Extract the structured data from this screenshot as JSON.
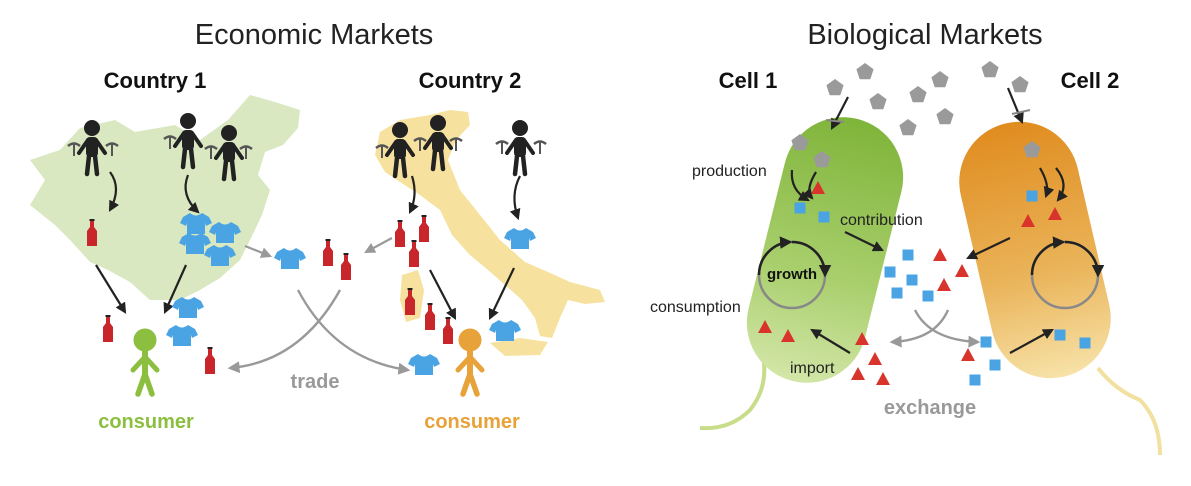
{
  "economic": {
    "title": "Economic Markets",
    "country1": "Country 1",
    "country2": "Country 2",
    "consumer1": "consumer",
    "consumer2": "consumer",
    "trade": "trade"
  },
  "biological": {
    "title": "Biological Markets",
    "cell1": "Cell 1",
    "cell2": "Cell 2",
    "production": "production",
    "contribution": "contribution",
    "growth": "growth",
    "consumption": "consumption",
    "import": "import",
    "exchange": "exchange"
  },
  "colors": {
    "green": "#8cbf3f",
    "orange": "#e8a23a",
    "map_green": "#d9e8c0",
    "map_yellow": "#f6e29e",
    "bottle_red": "#c8262b",
    "shirt_blue": "#4aa3e2",
    "metabolite_gray": "#9a9a9a",
    "triangle_red": "#d9342b",
    "square_blue": "#4aa3e2"
  }
}
